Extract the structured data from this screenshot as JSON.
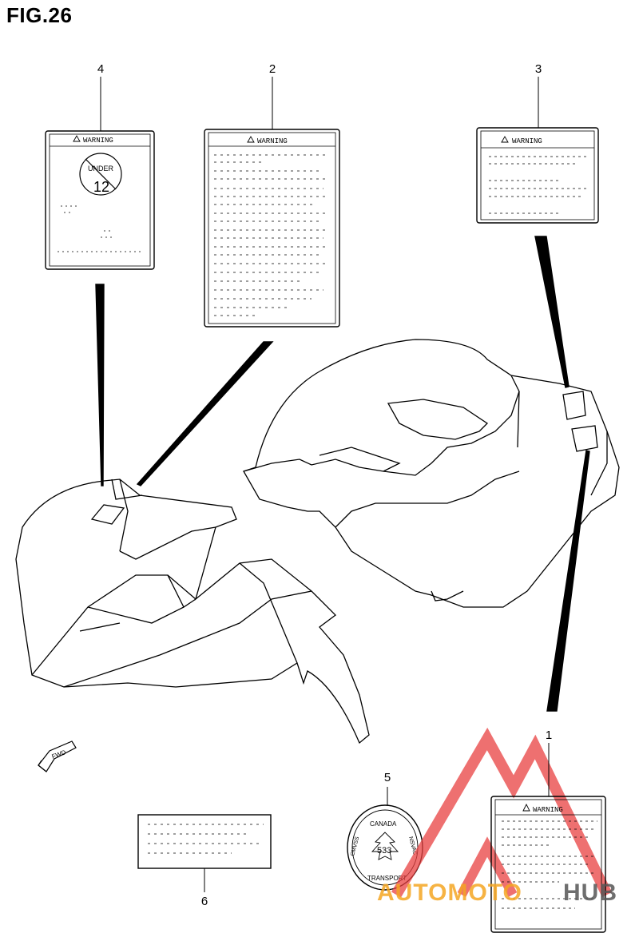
{
  "figure": {
    "title": "FIG.26"
  },
  "callouts": [
    "4",
    "2",
    "3",
    "1",
    "5",
    "6"
  ],
  "labels": {
    "warning_4": "WARNING",
    "under_text": "UNDER",
    "age_text": "12",
    "warning_2": "WARNING",
    "warning_3": "WARNING",
    "warning_1": "WARNING"
  },
  "seal": {
    "top_text": "CANADA",
    "center_text": "533",
    "bottom_text": "TRANSPORT",
    "left_text": "CMVSS",
    "right_text": "NSVAC"
  },
  "fwd_arrow": {
    "label": "FWD"
  },
  "watermark": {
    "brand_part1": "AUTOMOTO",
    "brand_part2": "HUB",
    "colors": {
      "triangle": "#e84040",
      "text1": "#f5a623",
      "text2": "#555555"
    }
  }
}
